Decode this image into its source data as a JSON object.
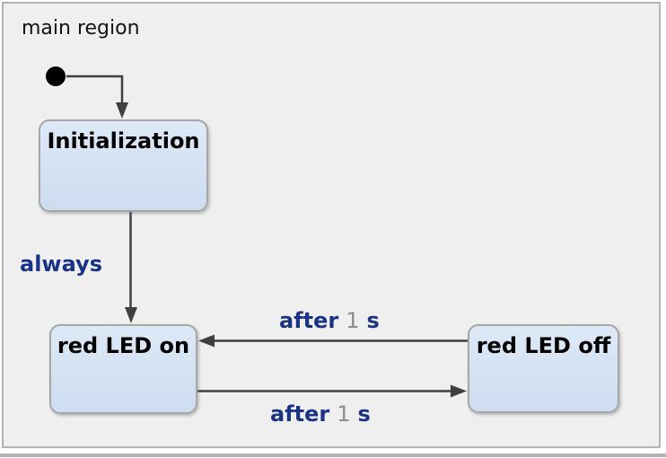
{
  "diagram": {
    "region_label": "main region",
    "states": [
      {
        "id": "initialization",
        "label": "Initialization"
      },
      {
        "id": "red-led-on",
        "label": "red LED on"
      },
      {
        "id": "red-led-off",
        "label": "red LED off"
      }
    ],
    "transitions": [
      {
        "id": "initial-to-initialization",
        "label": ""
      },
      {
        "id": "initialization-to-red-led-on",
        "label": "always"
      },
      {
        "id": "red-led-off-to-red-led-on",
        "keyword": "after",
        "value": "1",
        "unit": "s"
      },
      {
        "id": "red-led-on-to-red-led-off",
        "keyword": "after",
        "value": "1",
        "unit": "s"
      }
    ],
    "colors": {
      "canvas_bg": "#efefef",
      "frame_border": "#b3b3b3",
      "state_fill_top": "#dde9f7",
      "state_fill_bottom": "#cddcf0",
      "state_border": "#a6a6a6",
      "line": "#3f3f3f",
      "keyword_blue": "#1a3387",
      "number_gray": "#8c8c8c",
      "state_text": "#000000",
      "region_text": "#141414"
    }
  }
}
